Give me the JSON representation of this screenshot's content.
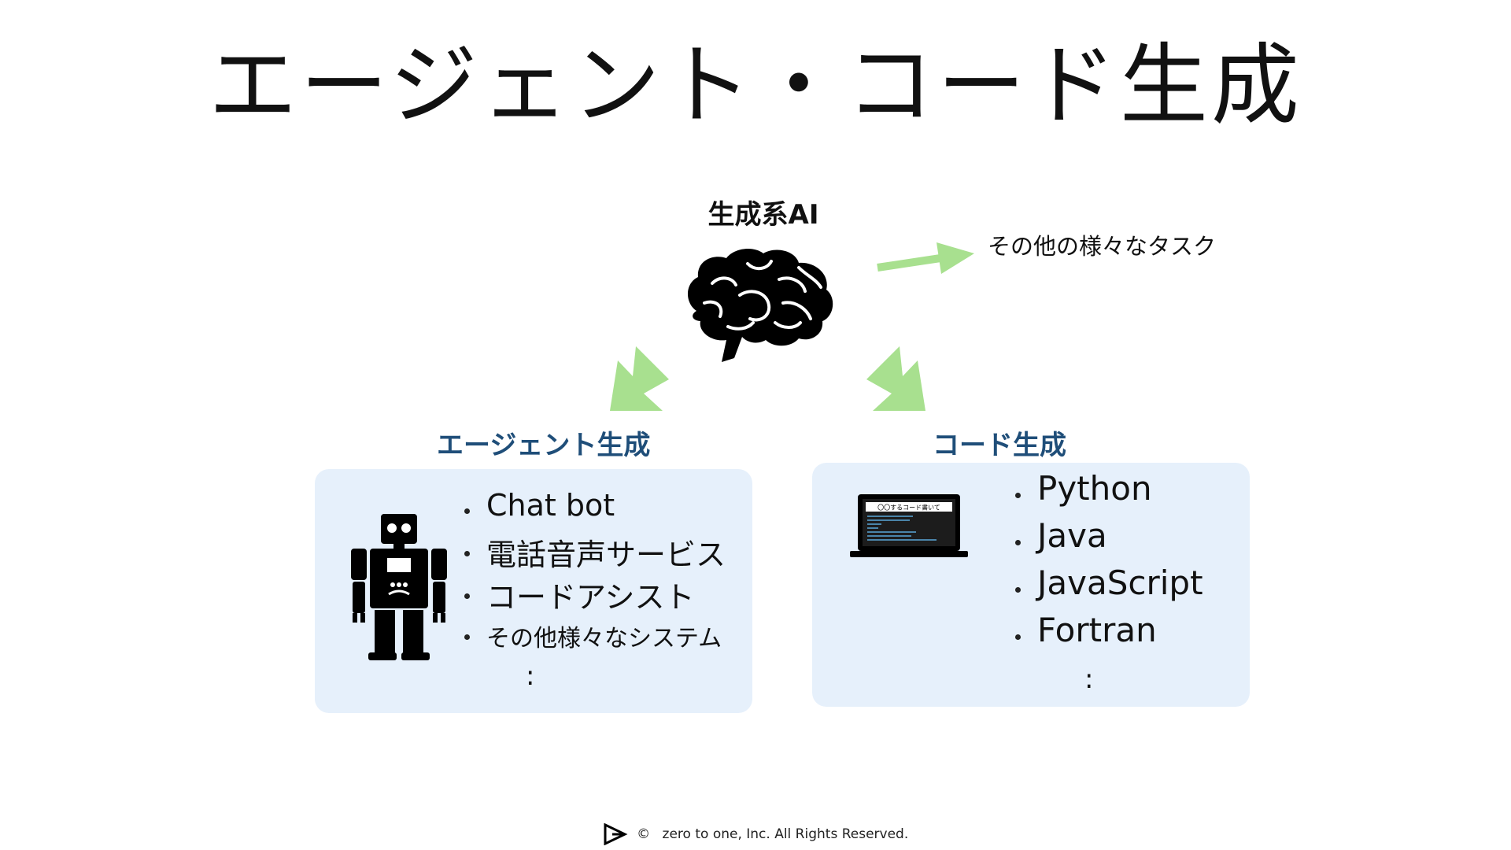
{
  "title": "エージェント・コード生成",
  "center_label": "生成系AI",
  "other_tasks": "その他の様々なタスク",
  "agent": {
    "heading": "エージェント生成",
    "items": [
      "Chat bot",
      "電話音声サービス",
      "コードアシスト",
      "その他様々なシステム"
    ],
    "more": ":"
  },
  "code": {
    "heading": "コード生成",
    "laptop_screen_title": "〇〇するコード書いて",
    "items": [
      "Python",
      "Java",
      "JavaScript",
      "Fortran"
    ],
    "more": ":"
  },
  "footer": {
    "copyright_symbol": "©",
    "text": "zero to one, Inc. All Rights Reserved."
  },
  "colors": {
    "arrow": "#a8e08f",
    "box_bg": "#e6f0fb",
    "heading": "#1f4e79"
  },
  "icons": [
    "brain-icon",
    "robot-icon",
    "laptop-icon",
    "arrow-icon",
    "play-logo-icon"
  ]
}
